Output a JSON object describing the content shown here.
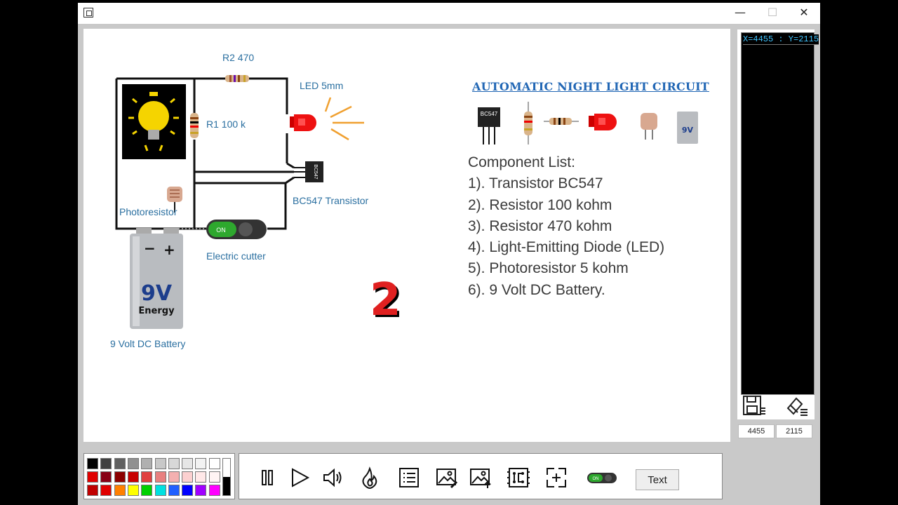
{
  "window": {
    "minimize_glyph": "—",
    "maximize_glyph": "☐",
    "close_glyph": "✕"
  },
  "circuit": {
    "r2_label": "R2 470",
    "led_label": "LED 5mm",
    "r1_label": "R1 100 k",
    "transistor_label": "BC547 Transistor",
    "photoresistor_label": "Photoresistor",
    "switch_label": "Electric cutter",
    "switch_state": "ON",
    "battery_label": "9 Volt DC Battery",
    "battery_text": "9V",
    "battery_brand": "Energy",
    "transistor_marking": "BC547",
    "big_number": "2"
  },
  "info": {
    "title": "AUTOMATIC NIGHT LIGHT CIRCUIT",
    "list_heading": "Component List:",
    "items": [
      "1). Transistor BC547",
      "2). Resistor 100 kohm",
      "3). Resistor 470 kohm",
      "4). Light-Emitting Diode (LED)",
      "5). Photoresistor 5 kohm",
      "6). 9 Volt DC Battery."
    ],
    "strip_transistor_marking": "BC547",
    "strip_battery_text": "9V"
  },
  "side": {
    "coord_readout": "X=4455 : Y=2115",
    "x_value": "4455",
    "y_value": "2115"
  },
  "palette": {
    "row1": [
      "#000000",
      "#404040",
      "#606060",
      "#909090",
      "#b0b0b0",
      "#c8c8c8",
      "#d8d8d8",
      "#e6e6e6",
      "#f2f2f2",
      "#ffffff"
    ],
    "row2": [
      "#e00000",
      "#880015",
      "#8b0000",
      "#c80000",
      "#e04040",
      "#e88080",
      "#f4b0b0",
      "#fcd0d0",
      "#ffe8e8",
      "#fff4f4"
    ],
    "row3": [
      "#c00000",
      "#e00000",
      "#ff8000",
      "#ffff00",
      "#00d000",
      "#00e0e0",
      "#2060ff",
      "#0000ff",
      "#a000ff",
      "#ff00ff"
    ]
  },
  "toolbar": {
    "text_button": "Text",
    "toggle_state": "ON"
  }
}
